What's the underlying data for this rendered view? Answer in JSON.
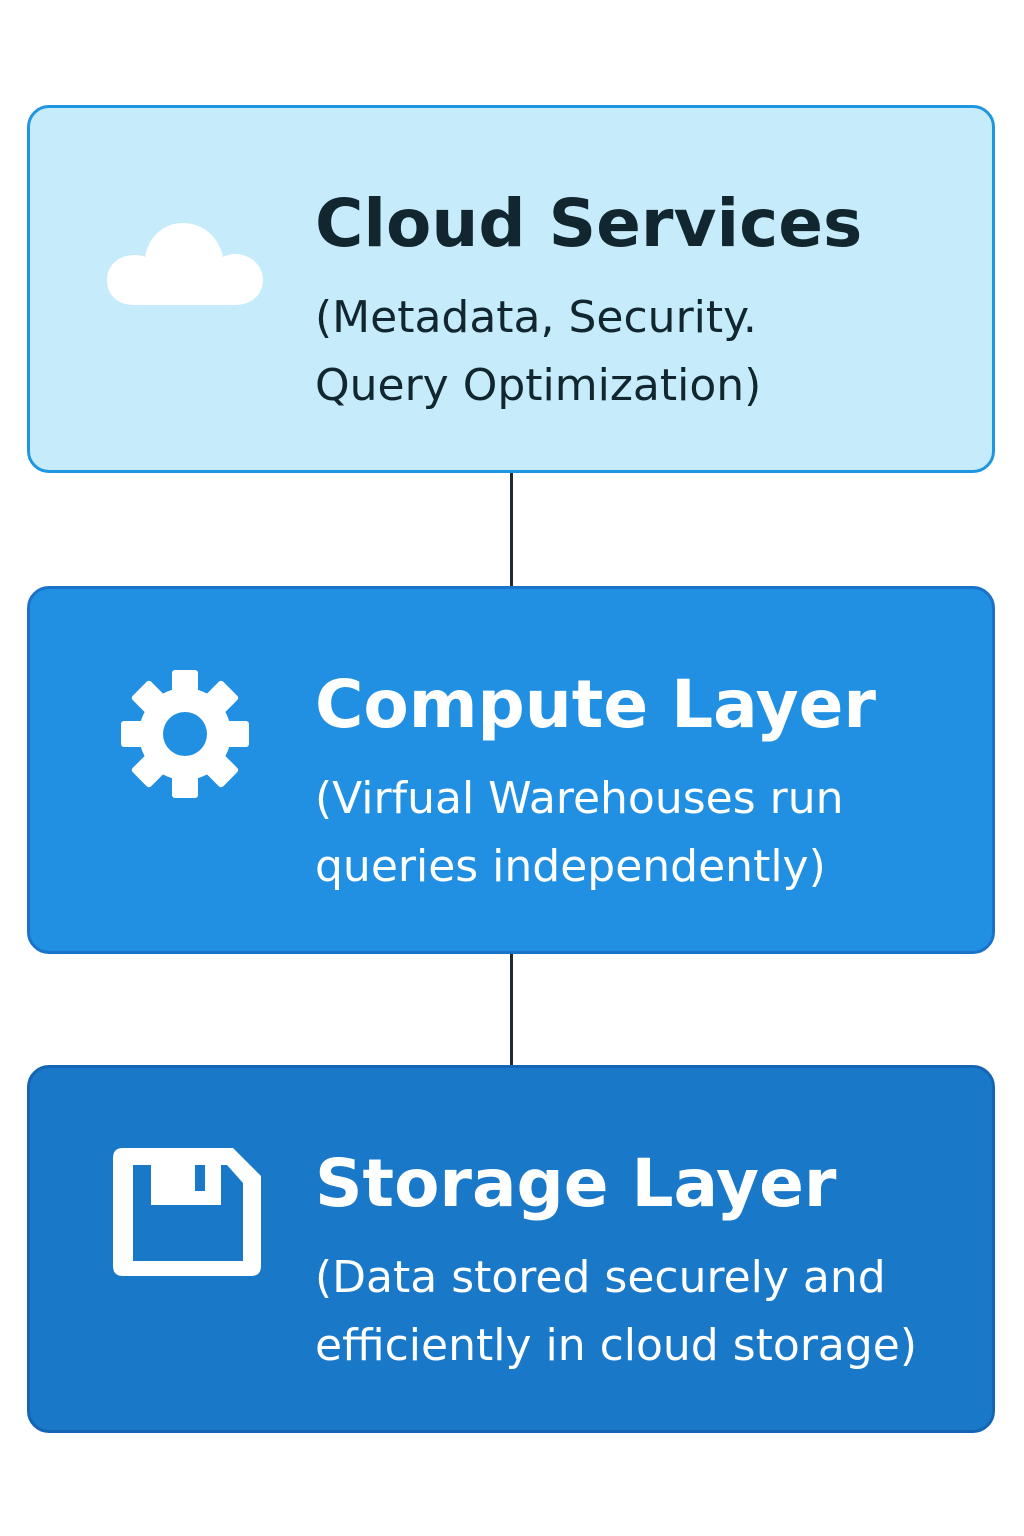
{
  "colors": {
    "cloud_fill": "#c6ecfb",
    "cloud_border": "#2196e0",
    "cloud_text": "#11262f",
    "compute_fill": "#2290e2",
    "compute_border": "#1a73c8",
    "storage_fill": "#1a78c8",
    "storage_border": "#1565b5",
    "connector": "#1f2a33",
    "white": "#ffffff"
  },
  "layers": [
    {
      "icon": "cloud-icon",
      "title": "Cloud Services",
      "description_lines": [
        "(Metadata, Security.",
        "Query Optimization)"
      ]
    },
    {
      "icon": "gear-icon",
      "title": "Compute Layer",
      "description_lines": [
        "(Virfual Warehouses run",
        "queries independently)"
      ]
    },
    {
      "icon": "floppy-disk-icon",
      "title": "Storage Layer",
      "description_lines": [
        "(Data stored securely  and",
        "efficiently in cloud storage)"
      ]
    }
  ]
}
